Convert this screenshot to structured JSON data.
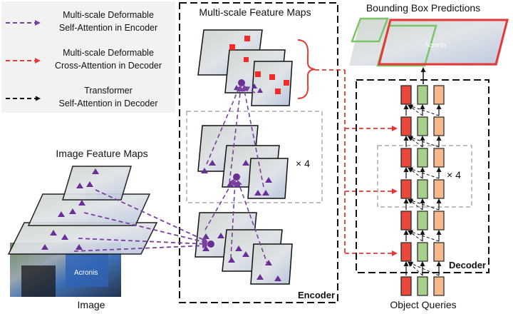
{
  "legend": {
    "items": [
      {
        "line1": "Multi-scale Deformable",
        "line2": "Self-Attention in Encoder",
        "color": "#7B3FA0"
      },
      {
        "line1": "Multi-scale Deformable",
        "line2": "Cross-Attention in Decoder",
        "color": "#E53935"
      },
      {
        "line1": "Transformer",
        "line2": "Self-Attention in Decoder",
        "color": "#111111"
      }
    ]
  },
  "labels": {
    "multi_scale_feature_maps": "Multi-scale Feature Maps",
    "bounding_box_predictions": "Bounding Box Predictions",
    "image_feature_maps": "Image Feature Maps",
    "image": "Image",
    "object_queries": "Object Queries",
    "encoder": "Encoder",
    "decoder": "Decoder",
    "encoder_repeat": "× 4",
    "decoder_repeat": "× 4"
  },
  "photo_text": {
    "sponsor": "Acronis"
  },
  "colors": {
    "purple": "#7B3FA0",
    "red": "#E53935",
    "query_red": "#E8493A",
    "query_green": "#A6D18A",
    "query_orange": "#F5B88E",
    "box_green": "#7CC36A",
    "box_red": "#E53935"
  }
}
